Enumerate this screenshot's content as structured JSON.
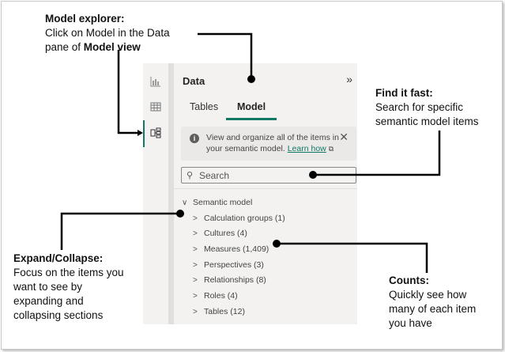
{
  "annotations": {
    "model_explorer": {
      "title": "Model explorer:",
      "line1": "Click on Model in the Data",
      "line2_pre": "pane of ",
      "line2_bold": "Model view"
    },
    "find_it_fast": {
      "title": "Find it fast:",
      "body": "Search for specific semantic model items"
    },
    "expand_collapse": {
      "title": "Expand/Collapse:",
      "body": "Focus on the items you want to see by expanding and collapsing sections"
    },
    "counts": {
      "title": "Counts:",
      "body": "Quickly see how many of each item you have"
    }
  },
  "rail": {
    "icons": [
      "report-view-icon",
      "table-view-icon",
      "model-view-icon"
    ],
    "active": "model-view-icon"
  },
  "pane": {
    "title": "Data",
    "tabs": [
      {
        "label": "Tables"
      },
      {
        "label": "Model"
      }
    ],
    "active_tab": "Model",
    "info": {
      "text": "View and organize all of the items in your semantic model.",
      "link": "Learn how"
    },
    "search": {
      "placeholder": "Search"
    },
    "tree": {
      "root": "Semantic model",
      "items": [
        {
          "label": "Calculation groups (1)"
        },
        {
          "label": "Cultures (4)"
        },
        {
          "label": "Measures (1,409)"
        },
        {
          "label": "Perspectives (3)"
        },
        {
          "label": "Relationships (8)"
        },
        {
          "label": "Roles (4)"
        },
        {
          "label": "Tables (12)"
        }
      ]
    }
  },
  "colors": {
    "accent": "#117865",
    "pane_bg": "#f3f2f1",
    "callout_line": "#000000"
  }
}
